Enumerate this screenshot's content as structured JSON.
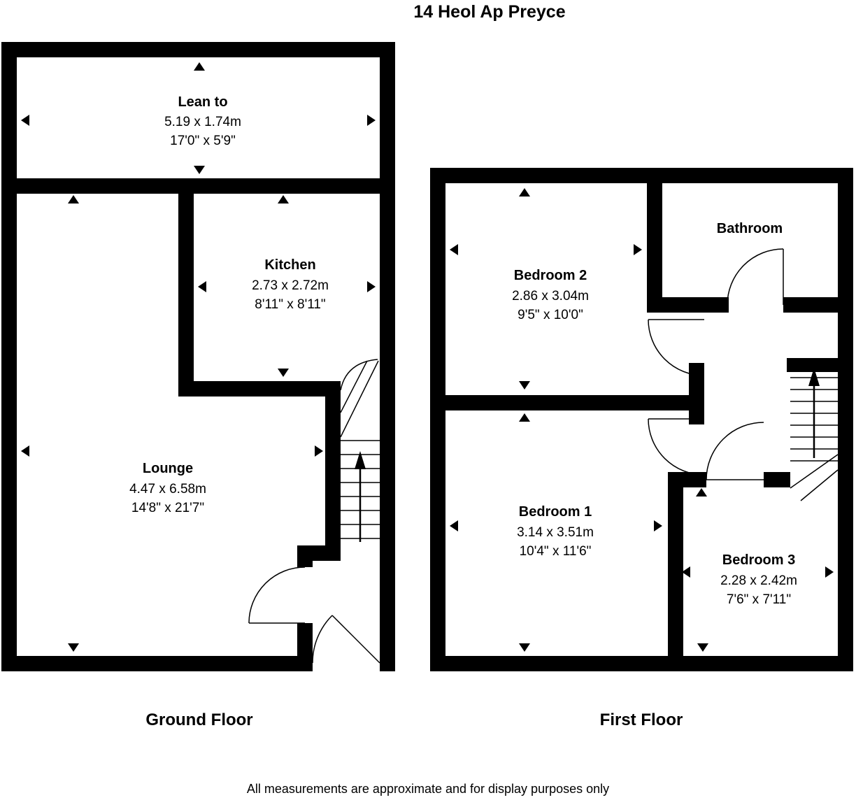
{
  "title": "14 Heol Ap Preyce",
  "disclaimer": "All measurements are approximate and for display purposes only",
  "colors": {
    "wall": "#000000",
    "background": "#ffffff"
  },
  "ground_floor": {
    "label": "Ground Floor",
    "rooms": {
      "lean_to": {
        "name": "Lean to",
        "metric": "5.19 x 1.74m",
        "imperial": "17'0\" x 5'9\""
      },
      "kitchen": {
        "name": "Kitchen",
        "metric": "2.73 x 2.72m",
        "imperial": "8'11\" x 8'11\""
      },
      "lounge": {
        "name": "Lounge",
        "metric": "4.47 x 6.58m",
        "imperial": "14'8\" x 21'7\""
      }
    }
  },
  "first_floor": {
    "label": "First Floor",
    "rooms": {
      "bedroom_2": {
        "name": "Bedroom 2",
        "metric": "2.86 x 3.04m",
        "imperial": "9'5\" x 10'0\""
      },
      "bathroom": {
        "name": "Bathroom"
      },
      "bedroom_1": {
        "name": "Bedroom 1",
        "metric": "3.14 x 3.51m",
        "imperial": "10'4\" x 11'6\""
      },
      "bedroom_3": {
        "name": "Bedroom 3",
        "metric": "2.28 x 2.42m",
        "imperial": "7'6\" x 7'11\""
      }
    }
  }
}
